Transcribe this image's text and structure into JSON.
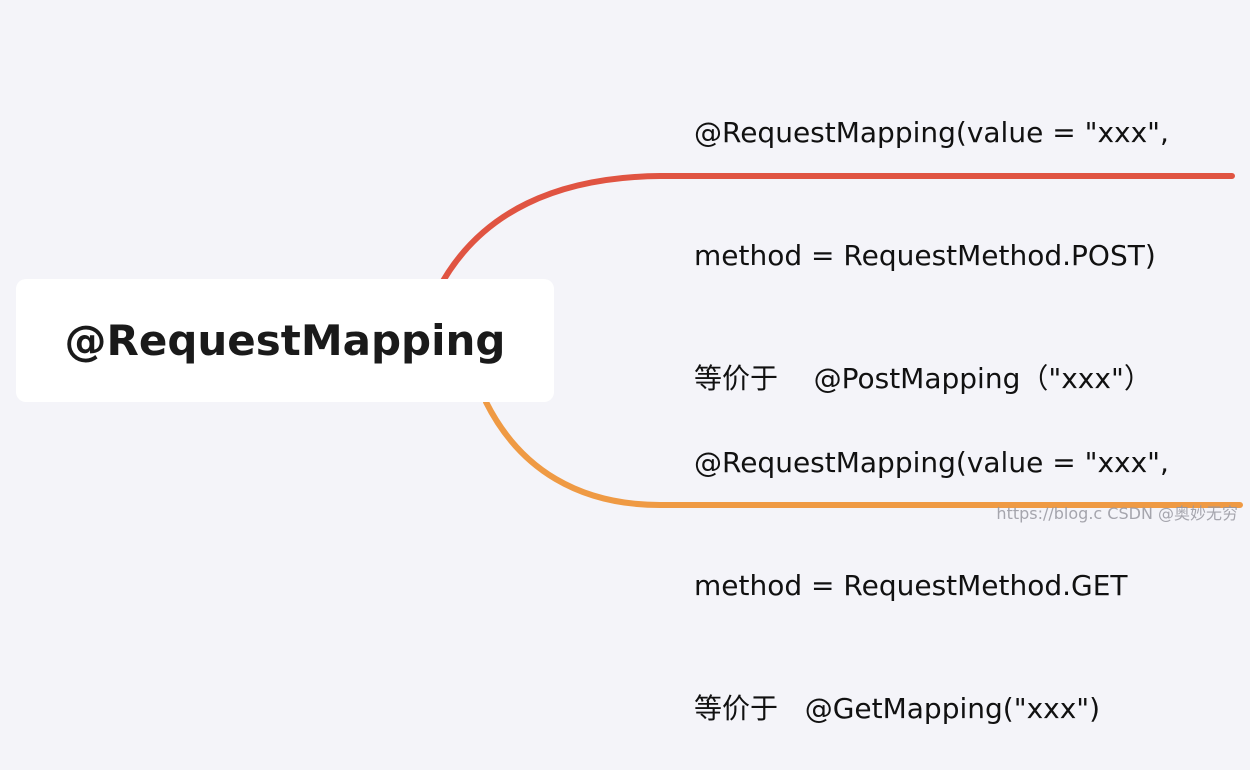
{
  "root": {
    "label": "@RequestMapping"
  },
  "branches": [
    {
      "lines": [
        "@RequestMapping(value = \"xxx\",",
        "method = RequestMethod.POST)",
        "等价于    @PostMapping（\"xxx\"）"
      ],
      "color": "#e05442"
    },
    {
      "lines": [
        "@RequestMapping(value = \"xxx\",",
        "method = RequestMethod.GET",
        "等价于   @GetMapping(\"xxx\")"
      ],
      "color": "#ef9a44"
    }
  ],
  "watermark": "https://blog.c CSDN @奥妙无穷"
}
